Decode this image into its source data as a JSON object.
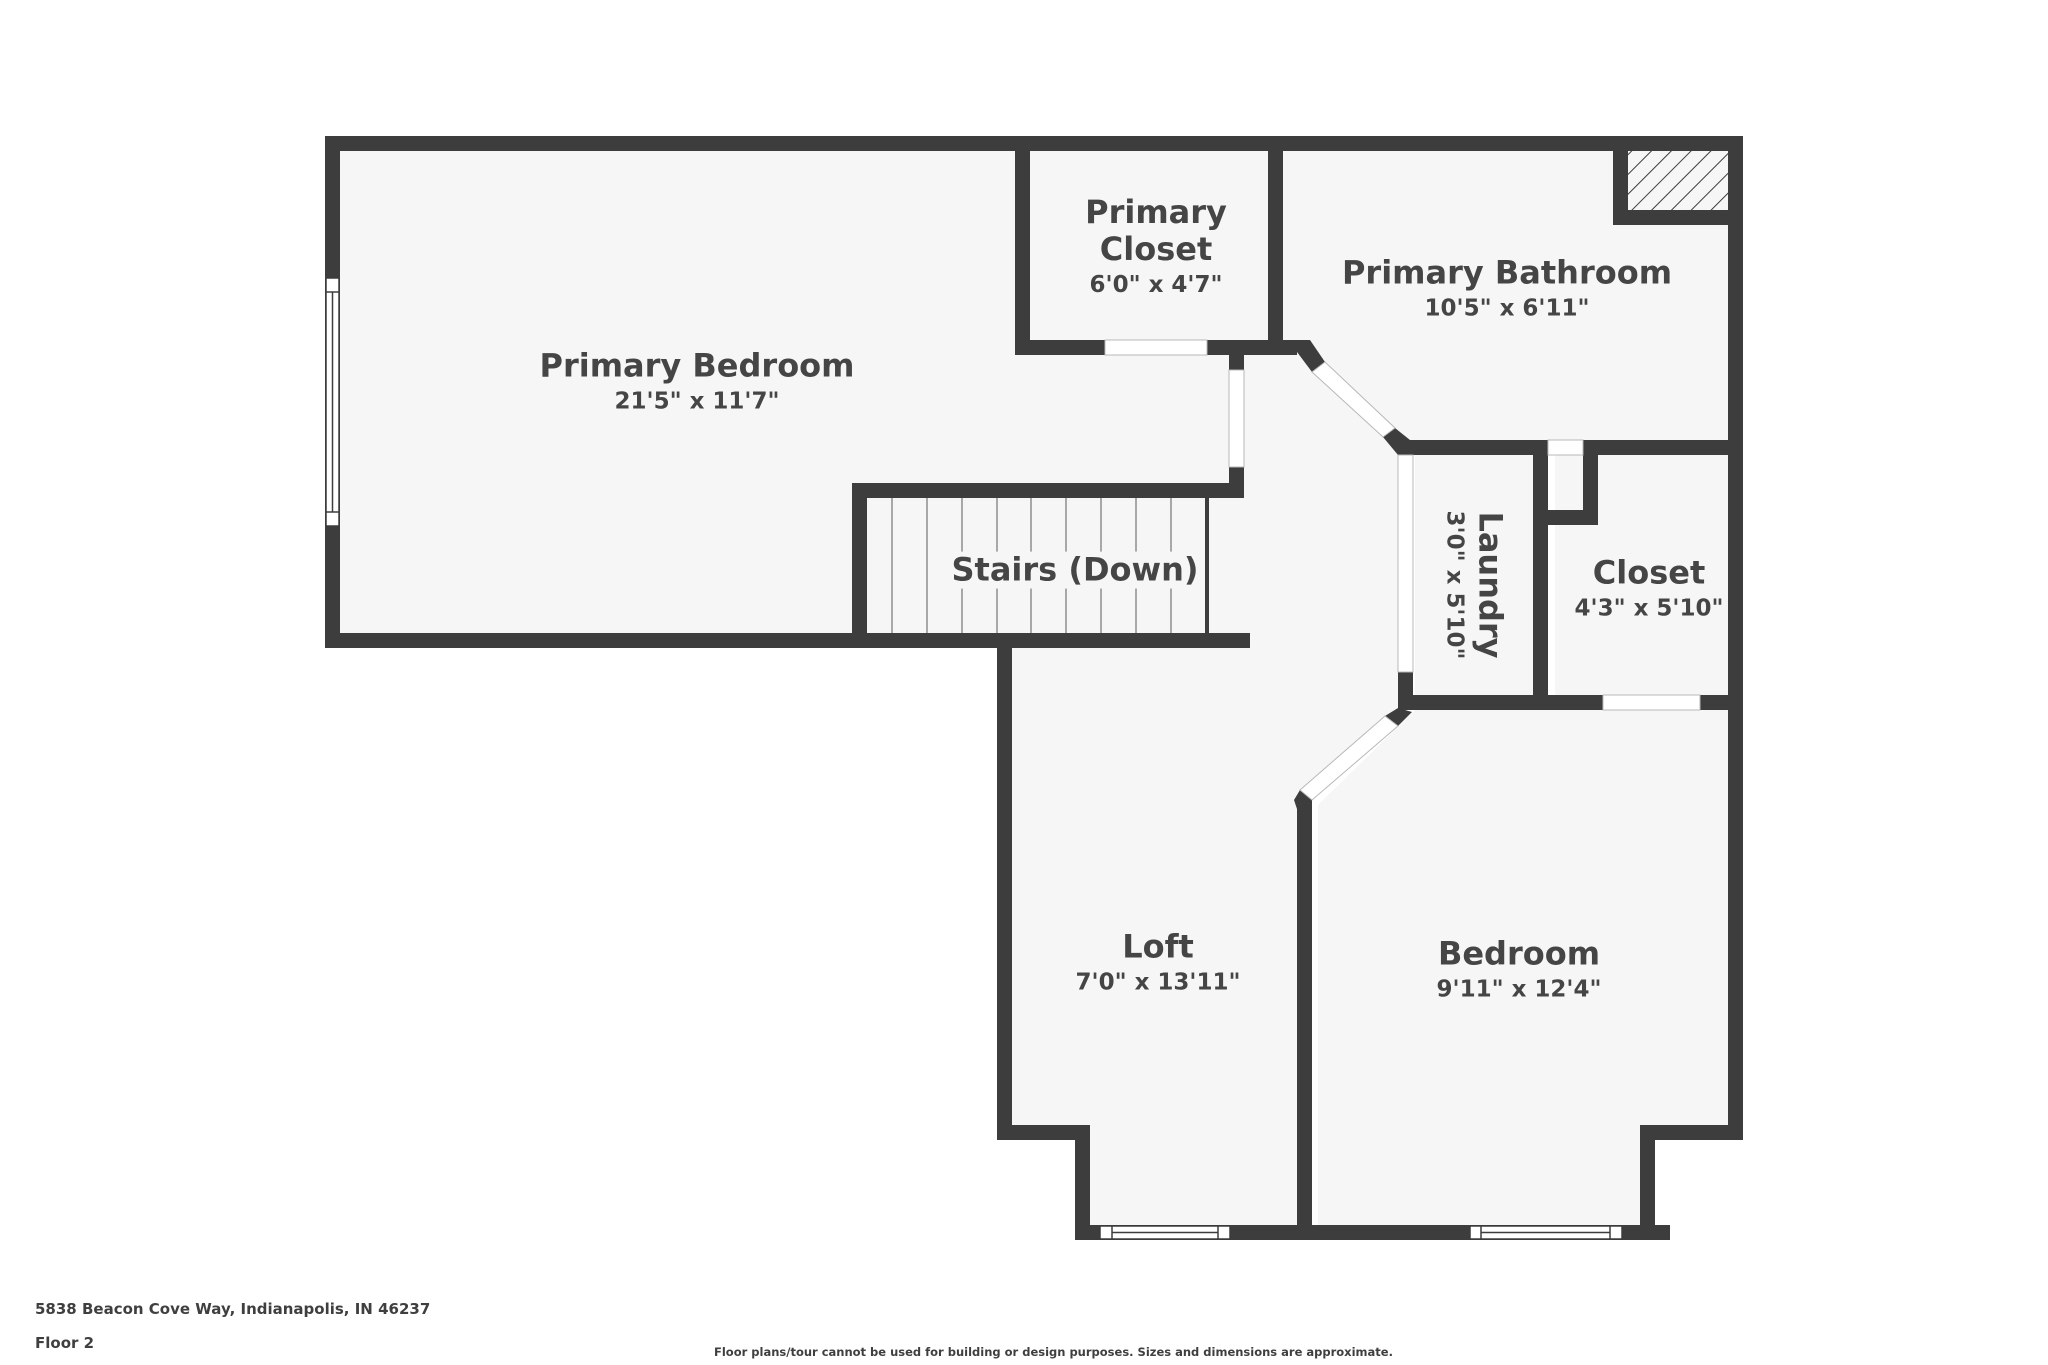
{
  "plan": {
    "colors": {
      "wall": "#3d3d3d",
      "floor": "#f6f6f6",
      "opening": "#ffffff",
      "stair_line": "#a8a8a8"
    },
    "rooms": [
      {
        "id": "primary-bedroom",
        "name": "Primary Bedroom",
        "dimensions": "21'5\" x 11'7\""
      },
      {
        "id": "primary-closet",
        "name": "Primary Closet",
        "name_line1": "Primary",
        "name_line2": "Closet",
        "dimensions": "6'0\" x 4'7\""
      },
      {
        "id": "primary-bathroom",
        "name": "Primary Bathroom",
        "dimensions": "10'5\" x 6'11\""
      },
      {
        "id": "stairs",
        "name": "Stairs (Down)",
        "dimensions": ""
      },
      {
        "id": "laundry",
        "name": "Laundry",
        "dimensions": "3'0\" x 5'10\""
      },
      {
        "id": "closet",
        "name": "Closet",
        "dimensions": "4'3\" x 5'10\""
      },
      {
        "id": "loft",
        "name": "Loft",
        "dimensions": "7'0\" x 13'11\""
      },
      {
        "id": "bedroom",
        "name": "Bedroom",
        "dimensions": "9'11\" x 12'4\""
      }
    ]
  },
  "footer": {
    "address": "5838 Beacon Cove Way, Indianapolis, IN 46237",
    "floor": "Floor 2",
    "disclaimer": "Floor plans/tour cannot be used for building or design purposes. Sizes and dimensions are approximate."
  }
}
